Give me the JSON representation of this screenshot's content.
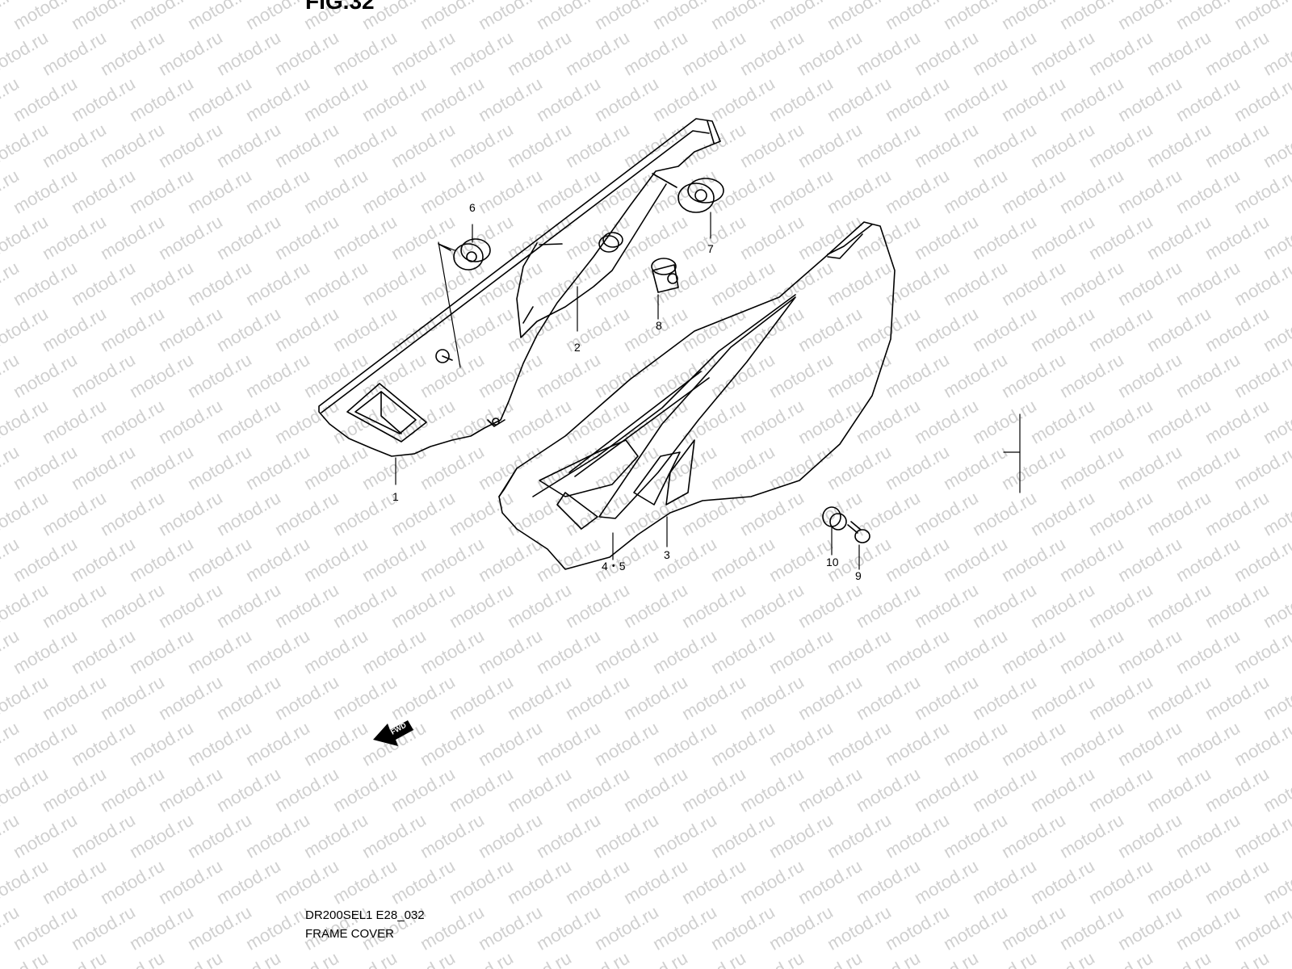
{
  "figure_title": "FIG.32",
  "watermark": "motod.ru",
  "direction_label": "FWD",
  "callouts": {
    "c1": "1",
    "c2": "2",
    "c3": "3",
    "c45": "4・5",
    "c6": "6",
    "c7": "7",
    "c8": "8",
    "c9": "9",
    "c10": "10"
  },
  "caption": {
    "code": "DR200SEL1 E28_032",
    "name": "FRAME COVER"
  }
}
